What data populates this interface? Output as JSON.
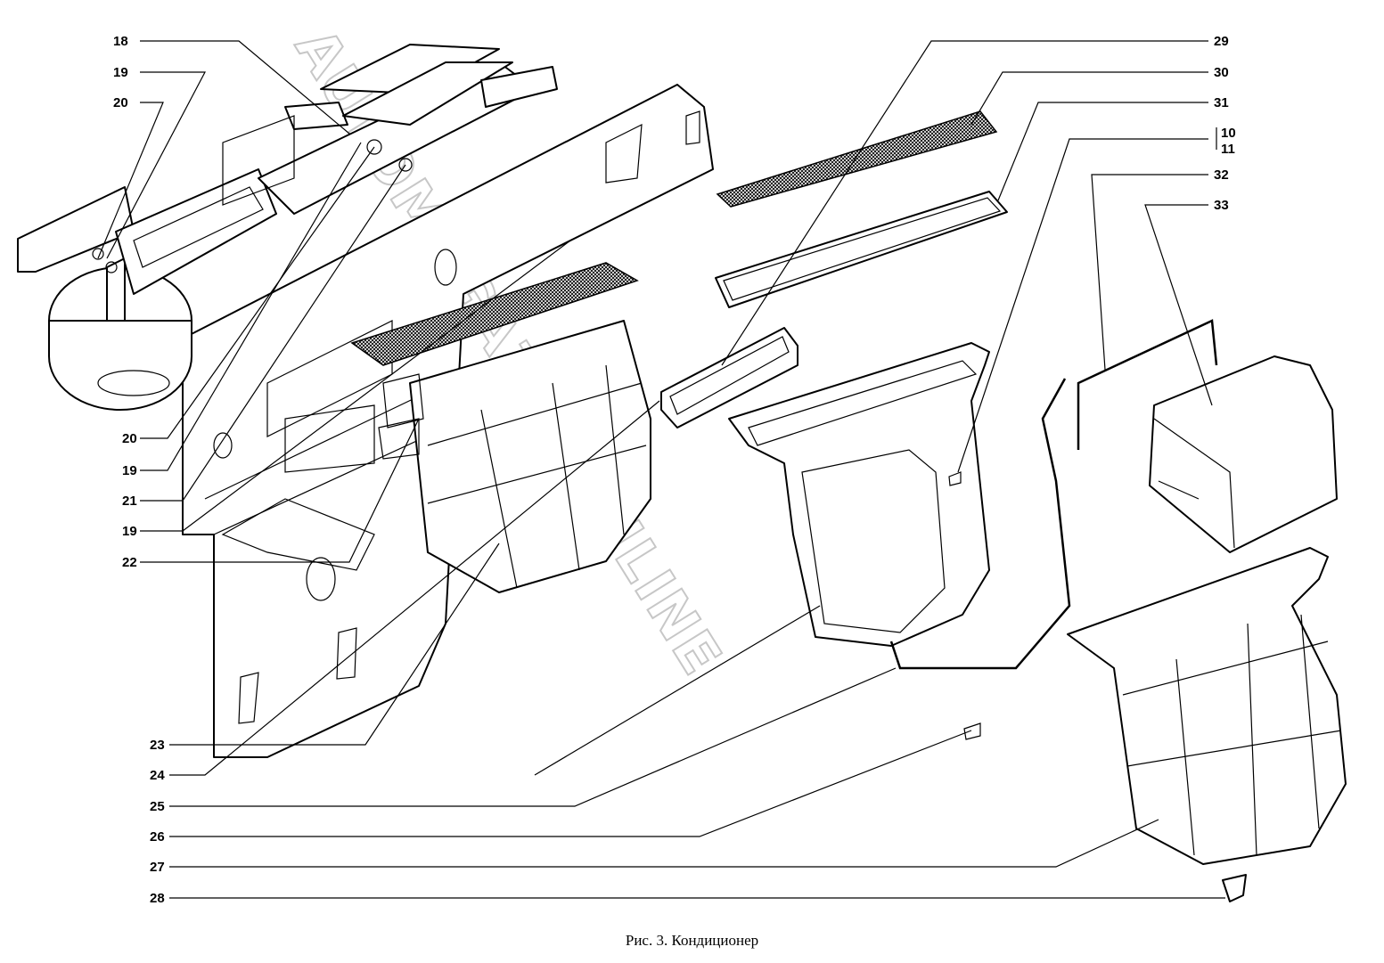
{
  "caption": "Рис.  3.  Кондиционер",
  "watermark": "AUTOMAGAZIN.ONLINE",
  "callouts_left": [
    "18",
    "19",
    "20",
    "20",
    "19",
    "21",
    "19",
    "22",
    "23",
    "24",
    "25",
    "26",
    "27",
    "28"
  ],
  "callouts_right": [
    "29",
    "30",
    "31",
    "10",
    "11",
    "32",
    "33"
  ]
}
